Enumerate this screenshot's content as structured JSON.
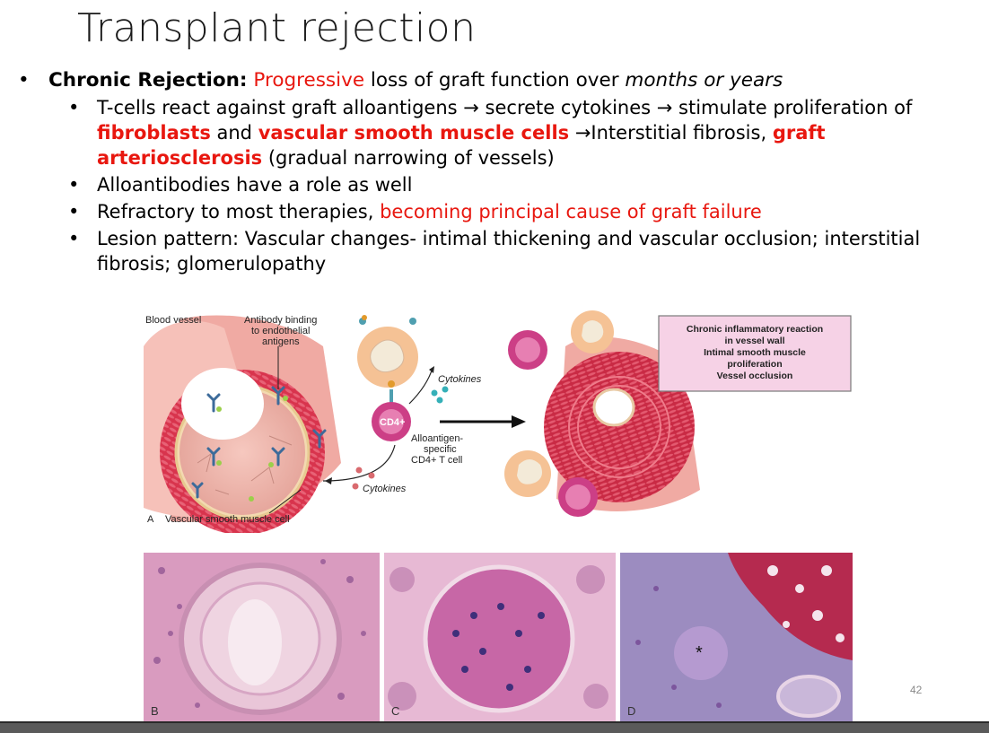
{
  "slide": {
    "title": "Transplant rejection",
    "page_number": "42"
  },
  "main_bullet": {
    "label": "Chronic Rejection:",
    "red_text": "Progressive",
    "text_1": " loss of graft function over ",
    "italic_text": "months or years"
  },
  "sub_bullets": {
    "b1": {
      "t1": "T-cells react against graft alloantigens → secrete cytokines → stimulate proliferation of ",
      "r1": "fibroblasts",
      "t2": " and ",
      "r2": "vascular smooth muscle cells",
      "t3": " →Interstitial fibrosis, ",
      "r3": "graft arteriosclerosis",
      "t4": " (gradual narrowing of vessels)"
    },
    "b2": "Alloantibodies have a role as well",
    "b3": {
      "t1": "Refractory to most therapies, ",
      "r1": "becoming principal cause of graft failure"
    },
    "b4": "Lesion pattern: Vascular changes- intimal thickening and vascular occlusion; interstitial fibrosis; glomerulopathy"
  },
  "figure_a": {
    "panel_label": "A",
    "blood_vessel": "Blood vessel",
    "antibody_binding_1": "Antibody binding",
    "antibody_binding_2": "to endothelial",
    "antibody_binding_3": "antigens",
    "cytokines_top": "Cytokines",
    "cytokines_bottom": "Cytokines",
    "cd4": "CD4+",
    "alloantigen_1": "Alloantigen-",
    "alloantigen_2": "specific",
    "alloantigen_3": "CD4+ T cell",
    "smooth_muscle": "Vascular smooth muscle cell",
    "box_1": "Chronic inflammatory reaction",
    "box_2": "in vessel wall",
    "box_3": "Intimal smooth muscle",
    "box_4": "proliferation",
    "box_5": "Vessel occlusion"
  },
  "photos": {
    "b": "B",
    "c": "C",
    "d": "D",
    "star": "*"
  },
  "colors": {
    "red_accent": "#e8170f",
    "box_fill": "#f6d2e6",
    "vessel_red": "#d8344d",
    "vessel_pink": "#f2b8b3"
  }
}
